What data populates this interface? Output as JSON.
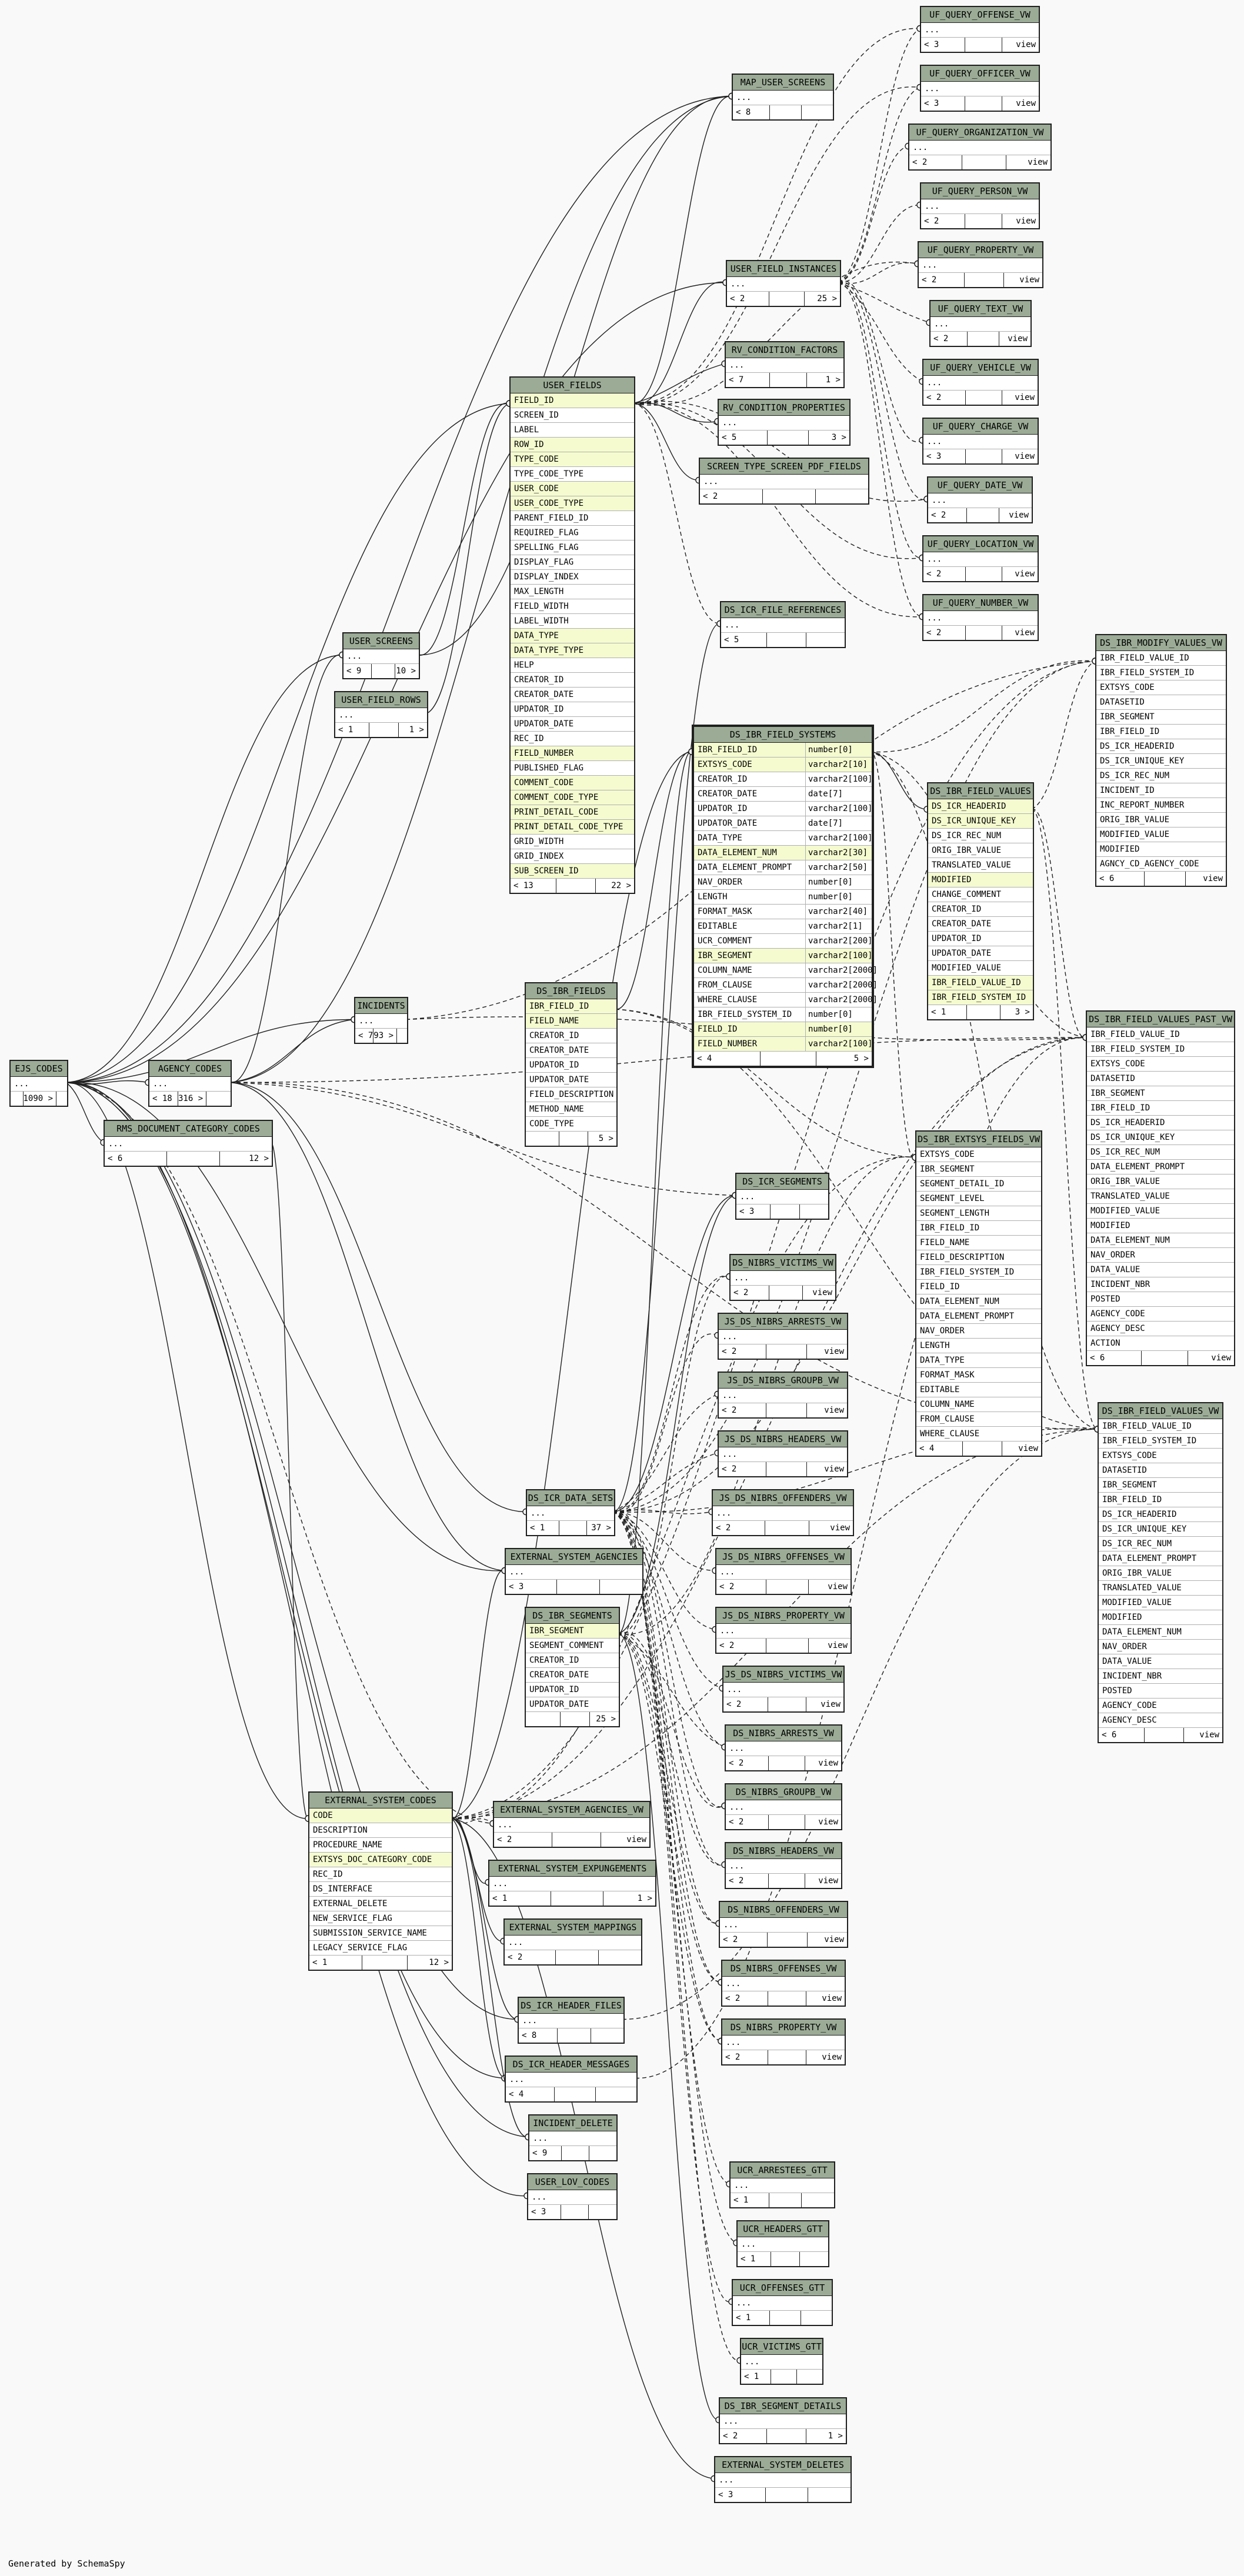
{
  "footer": "Generated by SchemaSpy",
  "colors": {
    "header": "#9bab96",
    "key_row": "#f5fbcf",
    "background": "#f9f9f9"
  },
  "tables": [
    {
      "id": "t1",
      "name": "UF_QUERY_OFFENSE_VW",
      "rows": [
        "..."
      ],
      "footer": [
        "< 3",
        "",
        "view"
      ]
    },
    {
      "id": "t2",
      "name": "UF_QUERY_OFFICER_VW",
      "rows": [
        "..."
      ],
      "footer": [
        "< 3",
        "",
        "view"
      ]
    },
    {
      "id": "t3",
      "name": "MAP_USER_SCREENS",
      "rows": [
        "..."
      ],
      "footer": [
        "< 8",
        "",
        ""
      ]
    },
    {
      "id": "t4",
      "name": "UF_QUERY_ORGANIZATION_VW",
      "rows": [
        "..."
      ],
      "footer": [
        "< 2",
        "",
        "view"
      ]
    },
    {
      "id": "t5",
      "name": "UF_QUERY_PERSON_VW",
      "rows": [
        "..."
      ],
      "footer": [
        "< 2",
        "",
        "view"
      ]
    },
    {
      "id": "t6",
      "name": "UF_QUERY_PROPERTY_VW",
      "rows": [
        "..."
      ],
      "footer": [
        "< 2",
        "",
        "view"
      ]
    },
    {
      "id": "t7",
      "name": "USER_FIELD_INSTANCES",
      "rows": [
        "..."
      ],
      "footer": [
        "< 2",
        "",
        "25 >"
      ]
    },
    {
      "id": "t8",
      "name": "UF_QUERY_TEXT_VW",
      "rows": [
        "..."
      ],
      "footer": [
        "< 2",
        "",
        "view"
      ]
    },
    {
      "id": "t9",
      "name": "RV_CONDITION_FACTORS",
      "rows": [
        "..."
      ],
      "footer": [
        "< 7",
        "",
        "1 >"
      ]
    },
    {
      "id": "t10",
      "name": "UF_QUERY_VEHICLE_VW",
      "rows": [
        "..."
      ],
      "footer": [
        "< 2",
        "",
        "view"
      ]
    },
    {
      "id": "t11",
      "name": "RV_CONDITION_PROPERTIES",
      "rows": [
        "..."
      ],
      "footer": [
        "< 5",
        "",
        "3 >"
      ]
    },
    {
      "id": "t12",
      "name": "UF_QUERY_CHARGE_VW",
      "rows": [
        "..."
      ],
      "footer": [
        "< 3",
        "",
        "view"
      ]
    },
    {
      "id": "t13",
      "name": "SCREEN_TYPE_SCREEN_PDF_FIELDS",
      "rows": [
        "..."
      ],
      "footer": [
        "< 2",
        "",
        ""
      ]
    },
    {
      "id": "t14",
      "name": "UF_QUERY_DATE_VW",
      "rows": [
        "..."
      ],
      "footer": [
        "< 2",
        "",
        "view"
      ]
    },
    {
      "id": "t15",
      "name": "UF_QUERY_LOCATION_VW",
      "rows": [
        "..."
      ],
      "footer": [
        "< 2",
        "",
        "view"
      ]
    },
    {
      "id": "t16",
      "name": "UF_QUERY_NUMBER_VW",
      "rows": [
        "..."
      ],
      "footer": [
        "< 2",
        "",
        "view"
      ]
    },
    {
      "id": "t17",
      "name": "USER_FIELDS",
      "rows": [
        "FIELD_ID",
        "SCREEN_ID",
        "LABEL",
        "ROW_ID",
        "TYPE_CODE",
        "TYPE_CODE_TYPE",
        "USER_CODE",
        "USER_CODE_TYPE",
        "PARENT_FIELD_ID",
        "REQUIRED_FLAG",
        "SPELLING_FLAG",
        "DISPLAY_FLAG",
        "DISPLAY_INDEX",
        "MAX_LENGTH",
        "FIELD_WIDTH",
        "LABEL_WIDTH",
        "DATA_TYPE",
        "DATA_TYPE_TYPE",
        "HELP",
        "CREATOR_ID",
        "CREATOR_DATE",
        "UPDATOR_ID",
        "UPDATOR_DATE",
        "REC_ID",
        "FIELD_NUMBER",
        "PUBLISHED_FLAG",
        "COMMENT_CODE",
        "COMMENT_CODE_TYPE",
        "PRINT_DETAIL_CODE",
        "PRINT_DETAIL_CODE_TYPE",
        "GRID_WIDTH",
        "GRID_INDEX",
        "SUB_SCREEN_ID"
      ],
      "footer": [
        "< 13",
        "",
        "22 >"
      ]
    },
    {
      "id": "t18",
      "name": "DS_ICR_FILE_REFERENCES",
      "rows": [
        "..."
      ],
      "footer": [
        "< 5",
        "",
        ""
      ]
    },
    {
      "id": "t19",
      "name": "USER_SCREENS",
      "rows": [
        "..."
      ],
      "footer": [
        "< 9",
        "",
        "10 >"
      ]
    },
    {
      "id": "t20",
      "name": "USER_FIELD_ROWS",
      "rows": [
        "..."
      ],
      "footer": [
        "< 1",
        "",
        "1 >"
      ]
    },
    {
      "id": "t21",
      "name": "DS_IBR_MODIFY_VALUES_VW",
      "rows": [
        "IBR_FIELD_VALUE_ID",
        "IBR_FIELD_SYSTEM_ID",
        "EXTSYS_CODE",
        "DATASETID",
        "IBR_SEGMENT",
        "IBR_FIELD_ID",
        "DS_ICR_HEADERID",
        "DS_ICR_UNIQUE_KEY",
        "DS_ICR_REC_NUM",
        "INCIDENT_ID",
        "INC_REPORT_NUMBER",
        "ORIG_IBR_VALUE",
        "MODIFIED_VALUE",
        "MODIFIED",
        "AGNCY_CD_AGENCY_CODE"
      ],
      "footer": [
        "< 6",
        "",
        "view"
      ]
    },
    {
      "id": "t22",
      "name": "DS_IBR_FIELD_SYSTEMS",
      "rows": [
        "IBR_FIELD_ID",
        "EXTSYS_CODE",
        "CREATOR_ID",
        "CREATOR_DATE",
        "UPDATOR_ID",
        "UPDATOR_DATE",
        "DATA_TYPE",
        "DATA_ELEMENT_NUM",
        "DATA_ELEMENT_PROMPT",
        "NAV_ORDER",
        "LENGTH",
        "FORMAT_MASK",
        "EDITABLE",
        "UCR_COMMENT",
        "IBR_SEGMENT",
        "COLUMN_NAME",
        "FROM_CLAUSE",
        "WHERE_CLAUSE",
        "IBR_FIELD_SYSTEM_ID",
        "FIELD_ID",
        "FIELD_NUMBER"
      ],
      "types": [
        "number[0]",
        "varchar2[10]",
        "varchar2[100]",
        "date[7]",
        "varchar2[100]",
        "date[7]",
        "varchar2[100]",
        "varchar2[30]",
        "varchar2[50]",
        "number[0]",
        "number[0]",
        "varchar2[40]",
        "varchar2[1]",
        "varchar2[200]",
        "varchar2[100]",
        "varchar2[2000]",
        "varchar2[2000]",
        "varchar2[2000]",
        "number[0]",
        "number[0]",
        "varchar2[100]"
      ],
      "footer": [
        "< 4",
        "",
        "5 >"
      ]
    },
    {
      "id": "t23",
      "name": "DS_IBR_FIELD_VALUES",
      "rows": [
        "DS_ICR_HEADERID",
        "DS_ICR_UNIQUE_KEY",
        "DS_ICR_REC_NUM",
        "ORIG_IBR_VALUE",
        "TRANSLATED_VALUE",
        "MODIFIED",
        "CHANGE_COMMENT",
        "CREATOR_ID",
        "CREATOR_DATE",
        "UPDATOR_ID",
        "UPDATOR_DATE",
        "MODIFIED_VALUE",
        "IBR_FIELD_VALUE_ID",
        "IBR_FIELD_SYSTEM_ID"
      ],
      "footer": [
        "< 1",
        "",
        "3 >"
      ]
    },
    {
      "id": "t24",
      "name": "INCIDENTS",
      "rows": [
        "..."
      ],
      "footer": [
        "< 7",
        "93 >",
        ""
      ]
    },
    {
      "id": "t25",
      "name": "DS_IBR_FIELDS",
      "rows": [
        "IBR_FIELD_ID",
        "FIELD_NAME",
        "CREATOR_ID",
        "CREATOR_DATE",
        "UPDATOR_ID",
        "UPDATOR_DATE",
        "FIELD_DESCRIPTION",
        "METHOD_NAME",
        "CODE_TYPE"
      ],
      "footer": [
        "",
        "",
        "5 >"
      ]
    },
    {
      "id": "t26",
      "name": "DS_IBR_FIELD_VALUES_PAST_VW",
      "rows": [
        "IBR_FIELD_VALUE_ID",
        "IBR_FIELD_SYSTEM_ID",
        "EXTSYS_CODE",
        "DATASETID",
        "IBR_SEGMENT",
        "IBR_FIELD_ID",
        "DS_ICR_HEADERID",
        "DS_ICR_UNIQUE_KEY",
        "DS_ICR_REC_NUM",
        "DATA_ELEMENT_PROMPT",
        "ORIG_IBR_VALUE",
        "TRANSLATED_VALUE",
        "MODIFIED_VALUE",
        "MODIFIED",
        "DATA_ELEMENT_NUM",
        "NAV_ORDER",
        "DATA_VALUE",
        "INCIDENT_NBR",
        "POSTED",
        "AGENCY_CODE",
        "AGENCY_DESC",
        "ACTION"
      ],
      "footer": [
        "< 6",
        "",
        "view"
      ]
    },
    {
      "id": "t27",
      "name": "EJS_CODES",
      "rows": [
        "..."
      ],
      "footer": [
        "",
        "1090 >",
        ""
      ]
    },
    {
      "id": "t28",
      "name": "AGENCY_CODES",
      "rows": [
        "..."
      ],
      "footer": [
        "< 18",
        "316 >",
        ""
      ]
    },
    {
      "id": "t29",
      "name": "RMS_DOCUMENT_CATEGORY_CODES",
      "rows": [
        "..."
      ],
      "footer": [
        "< 6",
        "",
        "12 >"
      ]
    },
    {
      "id": "t30",
      "name": "DS_IBR_EXTSYS_FIELDS_VW",
      "rows": [
        "EXTSYS_CODE",
        "IBR_SEGMENT",
        "SEGMENT_DETAIL_ID",
        "SEGMENT_LEVEL",
        "SEGMENT_LENGTH",
        "IBR_FIELD_ID",
        "FIELD_NAME",
        "FIELD_DESCRIPTION",
        "IBR_FIELD_SYSTEM_ID",
        "FIELD_ID",
        "DATA_ELEMENT_NUM",
        "DATA_ELEMENT_PROMPT",
        "NAV_ORDER",
        "LENGTH",
        "DATA_TYPE",
        "FORMAT_MASK",
        "EDITABLE",
        "COLUMN_NAME",
        "FROM_CLAUSE",
        "WHERE_CLAUSE"
      ],
      "footer": [
        "< 4",
        "",
        "view"
      ]
    },
    {
      "id": "t31",
      "name": "DS_ICR_SEGMENTS",
      "rows": [
        "..."
      ],
      "footer": [
        "< 3",
        "",
        ""
      ]
    },
    {
      "id": "t32",
      "name": "DS_NIBRS_VICTIMS_VW",
      "rows": [
        "..."
      ],
      "footer": [
        "< 2",
        "",
        "view"
      ]
    },
    {
      "id": "t33",
      "name": "JS_DS_NIBRS_ARRESTS_VW",
      "rows": [
        "..."
      ],
      "footer": [
        "< 2",
        "",
        "view"
      ]
    },
    {
      "id": "t34",
      "name": "JS_DS_NIBRS_GROUPB_VW",
      "rows": [
        "..."
      ],
      "footer": [
        "< 2",
        "",
        "view"
      ]
    },
    {
      "id": "t35",
      "name": "JS_DS_NIBRS_HEADERS_VW",
      "rows": [
        "..."
      ],
      "footer": [
        "< 2",
        "",
        "view"
      ]
    },
    {
      "id": "t36",
      "name": "DS_IBR_FIELD_VALUES_VW",
      "rows": [
        "IBR_FIELD_VALUE_ID",
        "IBR_FIELD_SYSTEM_ID",
        "EXTSYS_CODE",
        "DATASETID",
        "IBR_SEGMENT",
        "IBR_FIELD_ID",
        "DS_ICR_HEADERID",
        "DS_ICR_UNIQUE_KEY",
        "DS_ICR_REC_NUM",
        "DATA_ELEMENT_PROMPT",
        "ORIG_IBR_VALUE",
        "TRANSLATED_VALUE",
        "MODIFIED_VALUE",
        "MODIFIED",
        "DATA_ELEMENT_NUM",
        "NAV_ORDER",
        "DATA_VALUE",
        "INCIDENT_NBR",
        "POSTED",
        "AGENCY_CODE",
        "AGENCY_DESC"
      ],
      "footer": [
        "< 6",
        "",
        "view"
      ]
    },
    {
      "id": "t37",
      "name": "DS_ICR_DATA_SETS",
      "rows": [
        "..."
      ],
      "footer": [
        "< 1",
        "",
        "37 >"
      ]
    },
    {
      "id": "t38",
      "name": "JS_DS_NIBRS_OFFENDERS_VW",
      "rows": [
        "..."
      ],
      "footer": [
        "< 2",
        "",
        "view"
      ]
    },
    {
      "id": "t39",
      "name": "EXTERNAL_SYSTEM_AGENCIES",
      "rows": [
        "..."
      ],
      "footer": [
        "< 3",
        "",
        ""
      ]
    },
    {
      "id": "t40",
      "name": "JS_DS_NIBRS_OFFENSES_VW",
      "rows": [
        "..."
      ],
      "footer": [
        "< 2",
        "",
        "view"
      ]
    },
    {
      "id": "t41",
      "name": "DS_IBR_SEGMENTS",
      "rows": [
        "IBR_SEGMENT",
        "SEGMENT_COMMENT",
        "CREATOR_ID",
        "CREATOR_DATE",
        "UPDATOR_ID",
        "UPDATOR_DATE"
      ],
      "footer": [
        "",
        "",
        "25 >"
      ]
    },
    {
      "id": "t42",
      "name": "JS_DS_NIBRS_PROPERTY_VW",
      "rows": [
        "..."
      ],
      "footer": [
        "< 2",
        "",
        "view"
      ]
    },
    {
      "id": "t43",
      "name": "JS_DS_NIBRS_VICTIMS_VW",
      "rows": [
        "..."
      ],
      "footer": [
        "< 2",
        "",
        "view"
      ]
    },
    {
      "id": "t44",
      "name": "DS_NIBRS_ARRESTS_VW",
      "rows": [
        "..."
      ],
      "footer": [
        "< 2",
        "",
        "view"
      ]
    },
    {
      "id": "t45",
      "name": "DS_NIBRS_GROUPB_VW",
      "rows": [
        "..."
      ],
      "footer": [
        "< 2",
        "",
        "view"
      ]
    },
    {
      "id": "t46",
      "name": "EXTERNAL_SYSTEM_CODES",
      "rows": [
        "CODE",
        "DESCRIPTION",
        "PROCEDURE_NAME",
        "EXTSYS_DOC_CATEGORY_CODE",
        "REC_ID",
        "DS_INTERFACE",
        "EXTERNAL_DELETE",
        "NEW_SERVICE_FLAG",
        "SUBMISSION_SERVICE_NAME",
        "LEGACY_SERVICE_FLAG"
      ],
      "footer": [
        "< 1",
        "",
        "12 >"
      ]
    },
    {
      "id": "t47",
      "name": "EXTERNAL_SYSTEM_AGENCIES_VW",
      "rows": [
        "..."
      ],
      "footer": [
        "< 2",
        "",
        "view"
      ]
    },
    {
      "id": "t48",
      "name": "DS_NIBRS_HEADERS_VW",
      "rows": [
        "..."
      ],
      "footer": [
        "< 2",
        "",
        "view"
      ]
    },
    {
      "id": "t49",
      "name": "EXTERNAL_SYSTEM_EXPUNGEMENTS",
      "rows": [
        "..."
      ],
      "footer": [
        "< 1",
        "",
        "1 >"
      ]
    },
    {
      "id": "t50",
      "name": "DS_NIBRS_OFFENDERS_VW",
      "rows": [
        "..."
      ],
      "footer": [
        "< 2",
        "",
        "view"
      ]
    },
    {
      "id": "t51",
      "name": "EXTERNAL_SYSTEM_MAPPINGS",
      "rows": [
        "..."
      ],
      "footer": [
        "< 2",
        "",
        ""
      ]
    },
    {
      "id": "t52",
      "name": "DS_NIBRS_OFFENSES_VW",
      "rows": [
        "..."
      ],
      "footer": [
        "< 2",
        "",
        "view"
      ]
    },
    {
      "id": "t53",
      "name": "DS_ICR_HEADER_FILES",
      "rows": [
        "..."
      ],
      "footer": [
        "< 8",
        "",
        ""
      ]
    },
    {
      "id": "t54",
      "name": "DS_NIBRS_PROPERTY_VW",
      "rows": [
        "..."
      ],
      "footer": [
        "< 2",
        "",
        "view"
      ]
    },
    {
      "id": "t55",
      "name": "DS_ICR_HEADER_MESSAGES",
      "rows": [
        "..."
      ],
      "footer": [
        "< 4",
        "",
        ""
      ]
    },
    {
      "id": "t56",
      "name": "INCIDENT_DELETE",
      "rows": [
        "..."
      ],
      "footer": [
        "< 9",
        "",
        ""
      ]
    },
    {
      "id": "t57",
      "name": "USER_LOV_CODES",
      "rows": [
        "..."
      ],
      "footer": [
        "< 3",
        "",
        ""
      ]
    },
    {
      "id": "t58",
      "name": "UCR_ARRESTEES_GTT",
      "rows": [
        "..."
      ],
      "footer": [
        "< 1",
        "",
        ""
      ]
    },
    {
      "id": "t59",
      "name": "UCR_HEADERS_GTT",
      "rows": [
        "..."
      ],
      "footer": [
        "< 1",
        "",
        ""
      ]
    },
    {
      "id": "t60",
      "name": "UCR_OFFENSES_GTT",
      "rows": [
        "..."
      ],
      "footer": [
        "< 1",
        "",
        ""
      ]
    },
    {
      "id": "t61",
      "name": "UCR_VICTIMS_GTT",
      "rows": [
        "..."
      ],
      "footer": [
        "< 1",
        "",
        ""
      ]
    },
    {
      "id": "t62",
      "name": "DS_IBR_SEGMENT_DETAILS",
      "rows": [
        "..."
      ],
      "footer": [
        "< 2",
        "",
        "1 >"
      ]
    },
    {
      "id": "t63",
      "name": "EXTERNAL_SYSTEM_DELETES",
      "rows": [
        "..."
      ],
      "footer": [
        "< 3",
        "",
        ""
      ]
    }
  ]
}
